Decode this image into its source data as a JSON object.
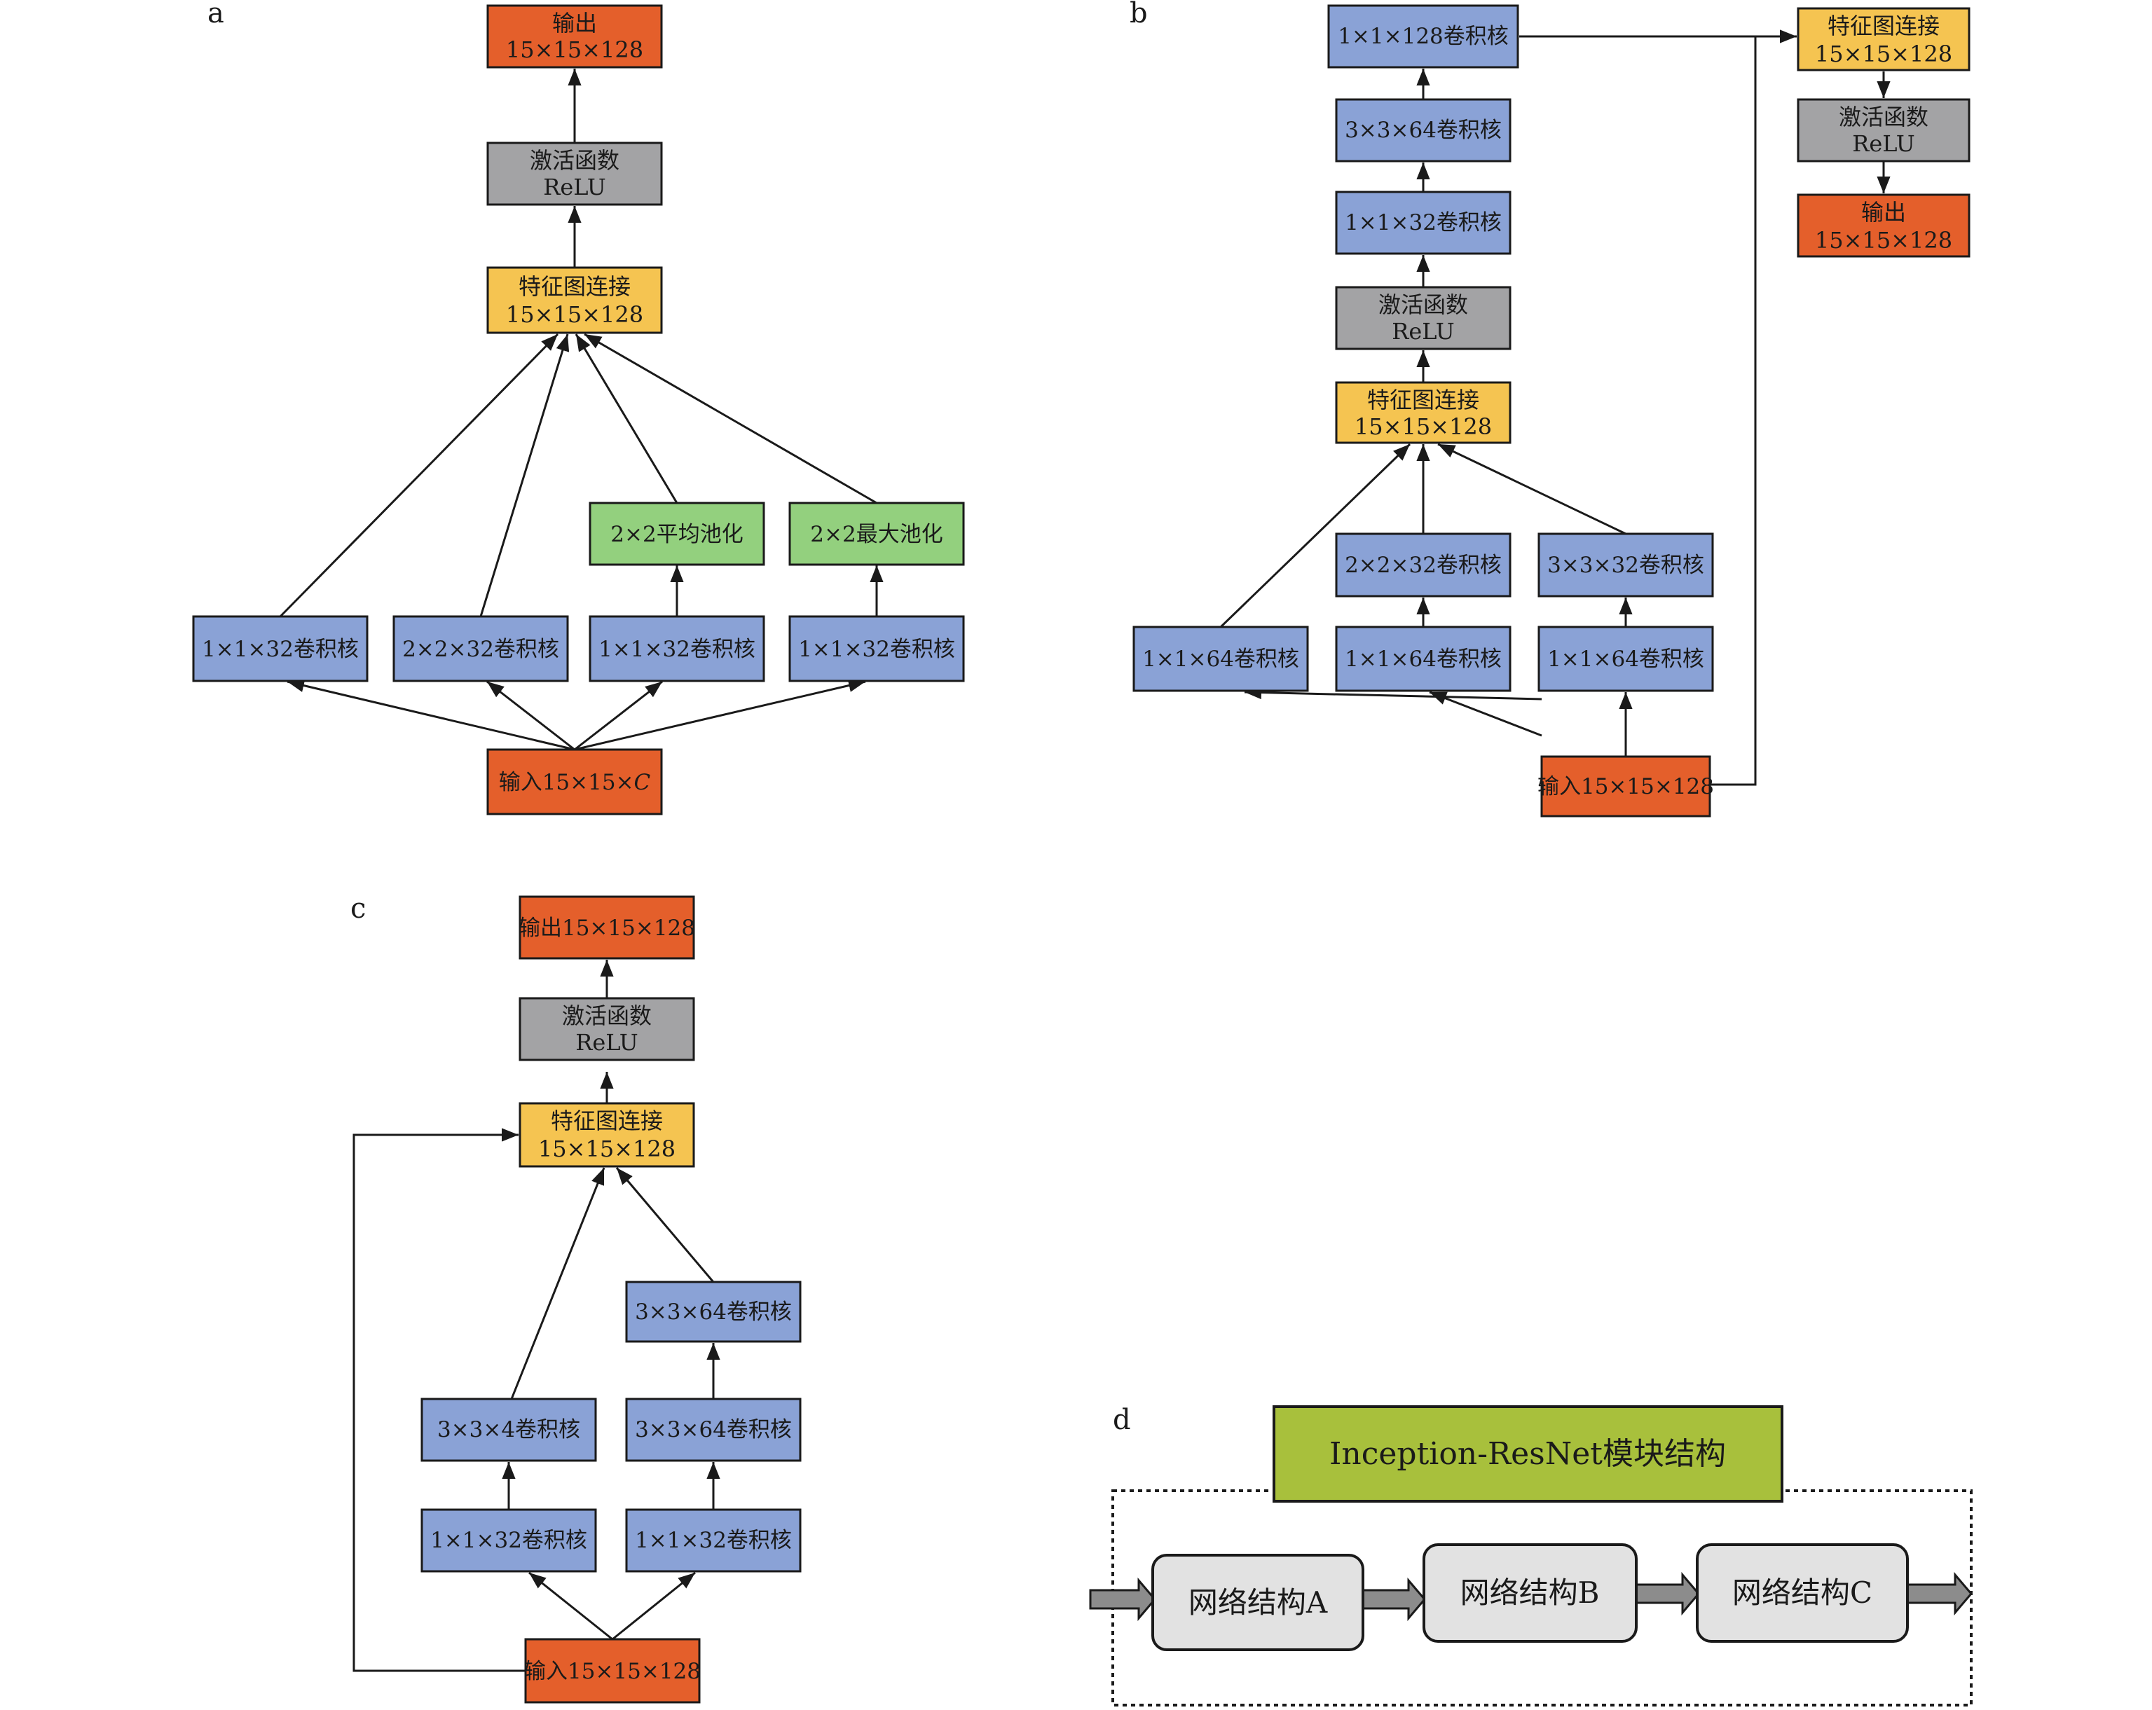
{
  "panels": {
    "a": {
      "label": "a",
      "output": {
        "line1": "输出",
        "line2": "15×15×128"
      },
      "activation": {
        "line1": "激活函数",
        "line2": "ReLU"
      },
      "concat": {
        "line1": "特征图连接",
        "line2": "15×15×128"
      },
      "avgpool": "2×2平均池化",
      "maxpool": "2×2最大池化",
      "conv1": "1×1×32卷积核",
      "conv2": "2×2×32卷积核",
      "conv3": "1×1×32卷积核",
      "conv4": "1×1×32卷积核",
      "input": "输入15×15×",
      "input_var": "C"
    },
    "b": {
      "label": "b",
      "conv_1x1x128": "1×1×128卷积核",
      "conv_3x3x64": "3×3×64卷积核",
      "conv_1x1x32": "1×1×32卷积核",
      "activation_inner": {
        "line1": "激活函数",
        "line2": "ReLU"
      },
      "concat_inner": {
        "line1": "特征图连接",
        "line2": "15×15×128"
      },
      "conv_2x2x32": "2×2×32卷积核",
      "conv_3x3x32": "3×3×32卷积核",
      "conv_1x1x64_a": "1×1×64卷积核",
      "conv_1x1x64_b": "1×1×64卷积核",
      "conv_1x1x64_c": "1×1×64卷积核",
      "input": "输入15×15×128",
      "concat_out": {
        "line1": "特征图连接",
        "line2": "15×15×128"
      },
      "activation_out": {
        "line1": "激活函数",
        "line2": "ReLU"
      },
      "output": {
        "line1": "输出",
        "line2": "15×15×128"
      }
    },
    "c": {
      "label": "c",
      "output": "输出15×15×128",
      "activation": {
        "line1": "激活函数",
        "line2": "ReLU"
      },
      "concat": {
        "line1": "特征图连接",
        "line2": "15×15×128"
      },
      "conv_3x3x64_top": "3×3×64卷积核",
      "conv_3x3x4": "3×3×4卷积核",
      "conv_3x3x64_mid": "3×3×64卷积核",
      "conv_1x1x32_l": "1×1×32卷积核",
      "conv_1x1x32_r": "1×1×32卷积核",
      "input": "输入15×15×128"
    },
    "d": {
      "label": "d",
      "title": "Inception-ResNet模块结构",
      "net_a": "网络结构A",
      "net_b": "网络结构B",
      "net_c": "网络结构C"
    }
  },
  "colors": {
    "input_output": "#e45f2b",
    "activation": "#a3a3a5",
    "concat": "#f5c451",
    "conv": "#8aa2d6",
    "pool": "#93d07e",
    "module_title": "#a8c03c",
    "network_block": "#e2e2e2"
  }
}
